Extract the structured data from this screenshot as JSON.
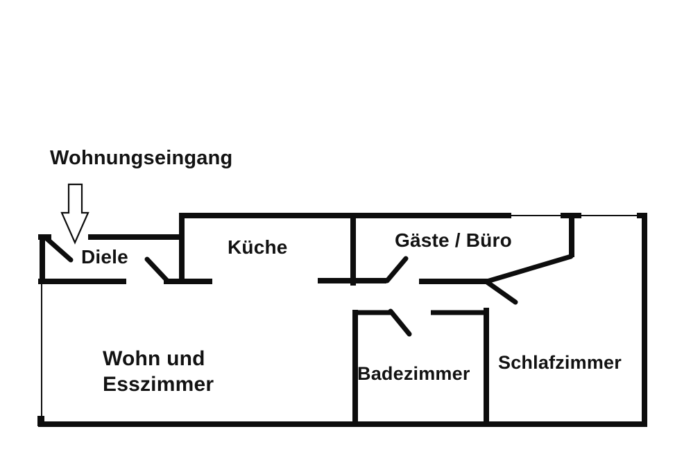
{
  "canvas": {
    "background_color": "#ffffff",
    "line_color": "#0d0d0d",
    "text_color": "#121212"
  },
  "entrance": {
    "label": "Wohnungseingang",
    "arrow_icon": "down-arrow-outline-icon"
  },
  "rooms": [
    {
      "id": "diele",
      "label": "Diele"
    },
    {
      "id": "kueche",
      "label": "Küche"
    },
    {
      "id": "gaeste_buero",
      "label": "Gäste / Büro"
    },
    {
      "id": "wohn_esszimmer",
      "label_line1": "Wohn und",
      "label_line2": "Esszimmer"
    },
    {
      "id": "badezimmer",
      "label": "Badezimmer"
    },
    {
      "id": "schlafzimmer",
      "label": "Schlafzimmer"
    }
  ]
}
